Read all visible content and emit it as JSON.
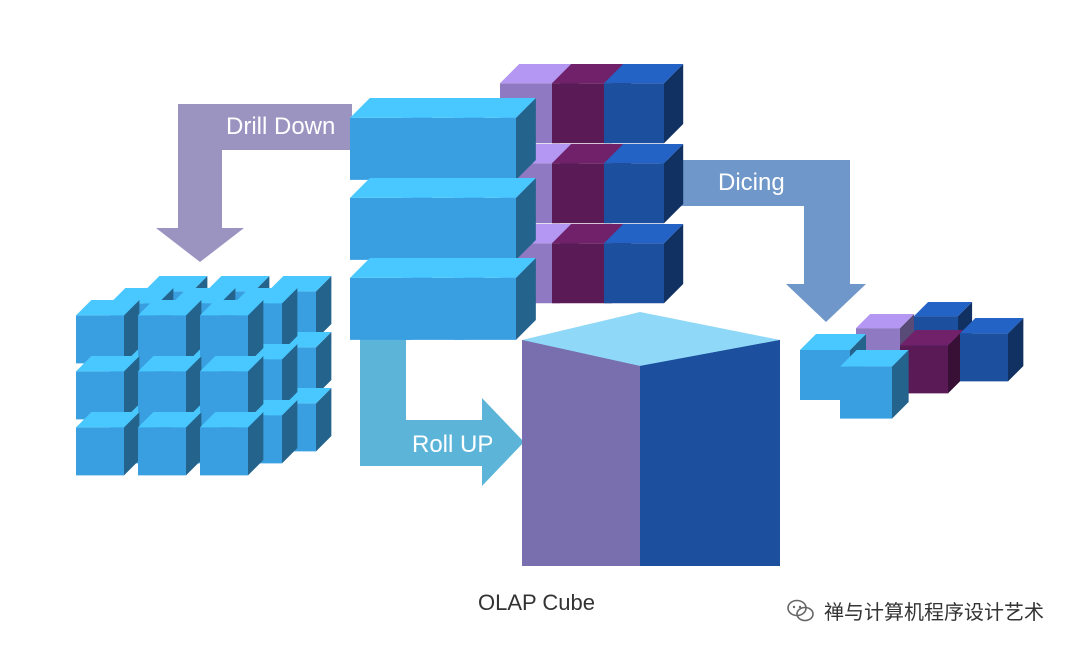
{
  "operations": {
    "drill_down": "Drill Down",
    "dicing": "Dicing",
    "roll_up": "Roll UP"
  },
  "caption": "OLAP Cube",
  "watermark": "禅与计算机程序设计艺术",
  "colors": {
    "blue": "#3a9fe0",
    "dark_blue": "#1c4f9e",
    "purple": "#8f79c2",
    "magenta": "#5a1a55",
    "drill_arrow": "#9b93c0",
    "dicing_arrow": "#6f97c9",
    "rollup_arrow": "#5cb5d9",
    "big_cube_front": "#7a6fae",
    "big_cube_side": "#1c4f9e",
    "big_cube_top": "#8fd8f8"
  }
}
